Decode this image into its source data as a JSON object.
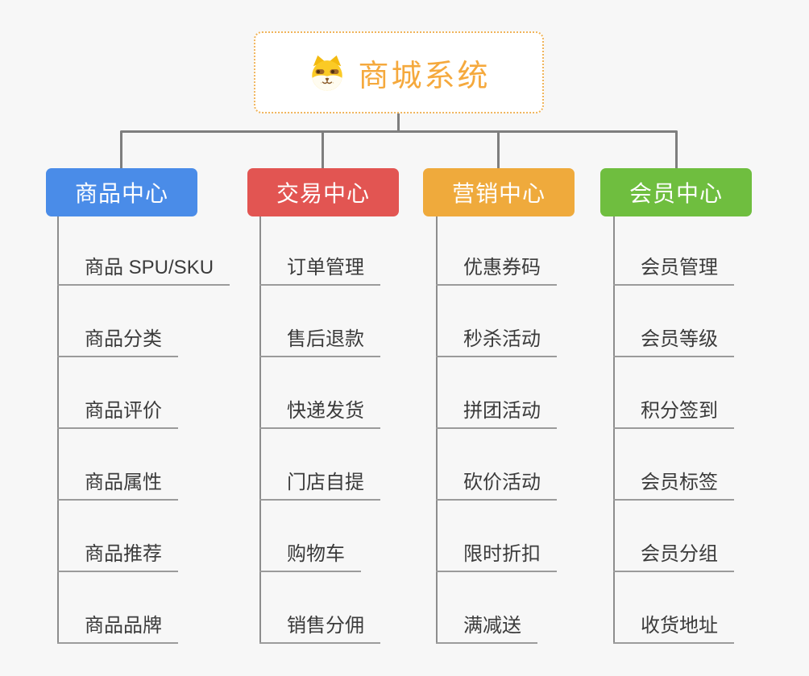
{
  "root": {
    "label": "商城系统",
    "icon": "dog-face-icon",
    "text_color": "#F5A93D",
    "border_color": "#F0B45A"
  },
  "colors": {
    "background": "#F7F7F7",
    "connector": "#7E7E7E",
    "underline": "#9B9B9B",
    "leaf_text": "#3B3B3B"
  },
  "branches": [
    {
      "label": "商品中心",
      "color": "#4A8CE8",
      "items": [
        "商品 SPU/SKU",
        "商品分类",
        "商品评价",
        "商品属性",
        "商品推荐",
        "商品品牌"
      ]
    },
    {
      "label": "交易中心",
      "color": "#E25552",
      "items": [
        "订单管理",
        "售后退款",
        "快递发货",
        "门店自提",
        "购物车",
        "销售分佣"
      ]
    },
    {
      "label": "营销中心",
      "color": "#EFAA3C",
      "items": [
        "优惠券码",
        "秒杀活动",
        "拼团活动",
        "砍价活动",
        "限时折扣",
        "满减送"
      ]
    },
    {
      "label": "会员中心",
      "color": "#6FBE3F",
      "items": [
        "会员管理",
        "会员等级",
        "积分签到",
        "会员标签",
        "会员分组",
        "收货地址"
      ]
    }
  ]
}
